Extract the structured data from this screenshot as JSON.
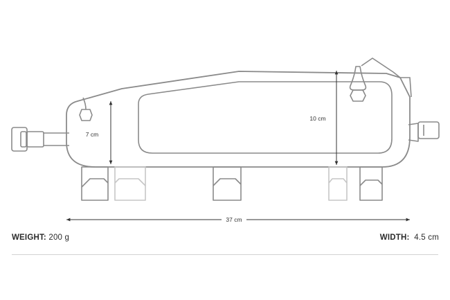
{
  "dimensions": {
    "length_label": "37 cm",
    "front_height_label": "7 cm",
    "rear_height_label": "10 cm"
  },
  "specs": {
    "weight_label": "WEIGHT:",
    "weight_value": "200 g",
    "width_label": "WIDTH:",
    "width_value": "4.5 cm"
  },
  "colors": {
    "outline": "#8a8a8a",
    "strap_faded": "#c6c6c6",
    "arrow": "#333333",
    "divider": "#d2d2d2"
  }
}
